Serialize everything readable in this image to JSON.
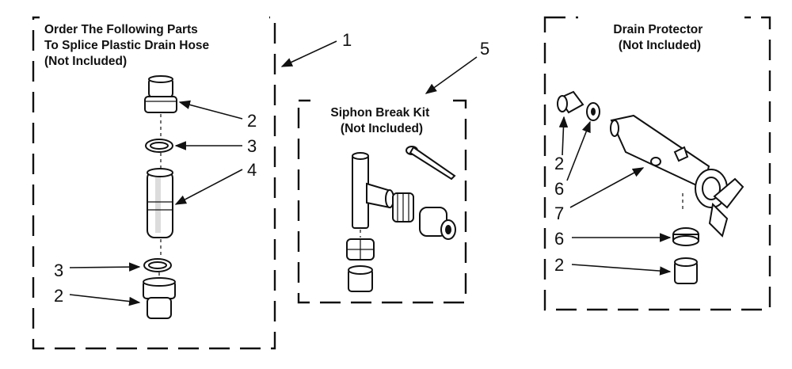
{
  "panels": {
    "splice": {
      "title": [
        "Order The Following Parts",
        "To Splice Plastic Drain Hose",
        "(Not Included)"
      ],
      "callouts": {
        "kit": "1",
        "top_adapter": "2",
        "top_clamp": "3",
        "connector": "4",
        "bottom_clamp": "3",
        "bottom_adapter": "2"
      }
    },
    "siphon": {
      "title": [
        "Siphon Break Kit",
        "(Not Included)"
      ],
      "callouts": {
        "kit": "5"
      }
    },
    "protector": {
      "title": [
        "Drain Protector",
        "(Not Included)"
      ],
      "callouts": {
        "left_adapter": "2",
        "left_ring": "6",
        "body": "7",
        "right_ring": "6",
        "right_adapter": "2"
      }
    }
  },
  "colors": {
    "ink": "#111111",
    "background": "#ffffff"
  }
}
